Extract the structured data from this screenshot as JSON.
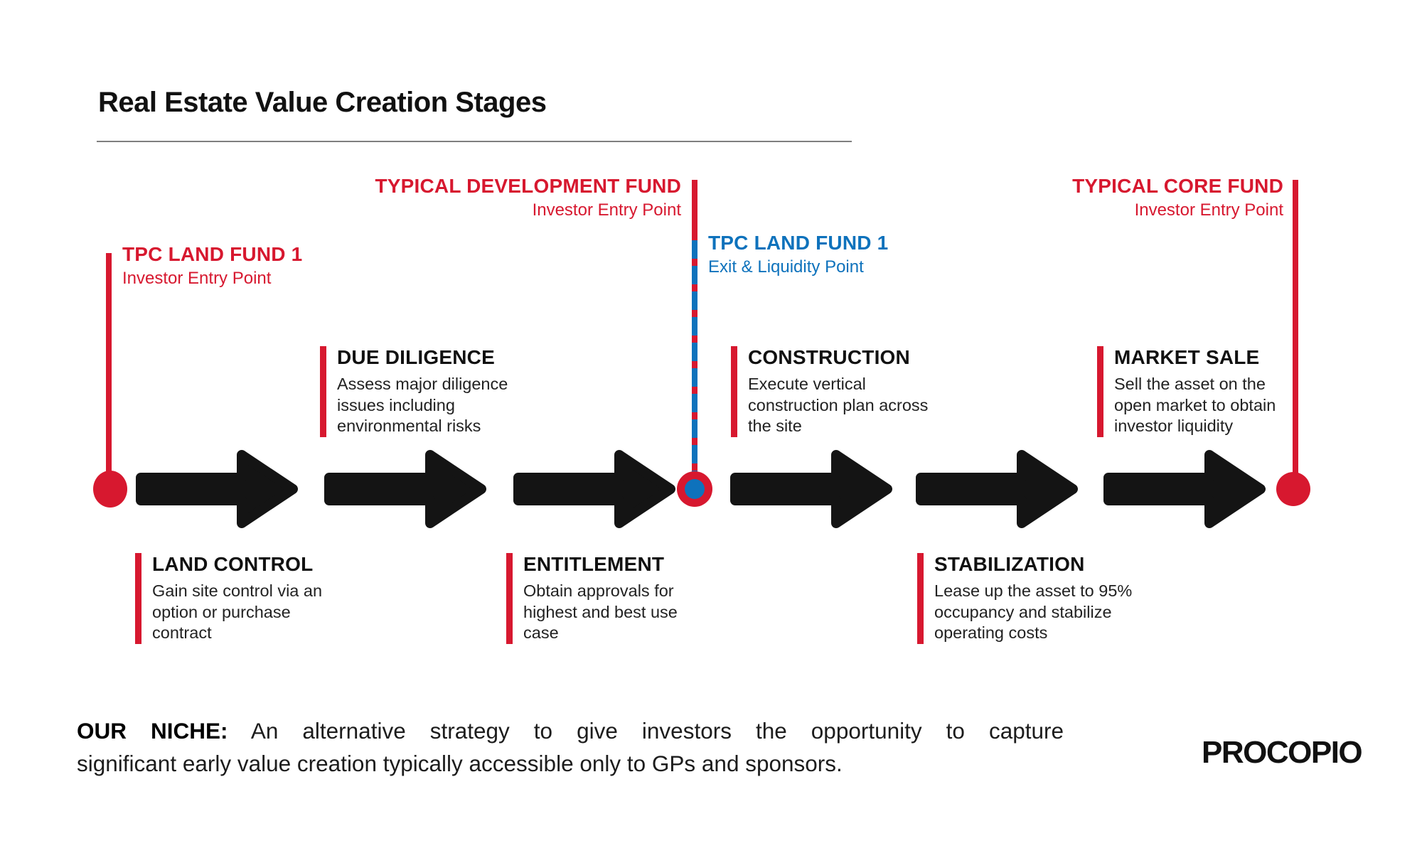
{
  "header": {
    "title": "Real Estate Value Creation Stages"
  },
  "colors": {
    "accent_red": "#d7182f",
    "accent_blue": "#0e72bc",
    "ink_black": "#111111",
    "rule_gray": "#7f7f7f"
  },
  "annotations": {
    "land_fund_entry": {
      "title": "TPC LAND FUND 1",
      "subtitle": "Investor Entry Point"
    },
    "development_fund_entry": {
      "title": "TYPICAL DEVELOPMENT FUND",
      "subtitle": "Investor Entry Point"
    },
    "land_fund_exit": {
      "title": "TPC LAND FUND 1",
      "subtitle": "Exit & Liquidity Point"
    },
    "core_fund_entry": {
      "title": "TYPICAL CORE FUND",
      "subtitle": "Investor Entry Point"
    }
  },
  "stages": [
    {
      "name": "LAND CONTROL",
      "description": "Gain site control via an option or purchase contract",
      "position": "below"
    },
    {
      "name": "DUE DILIGENCE",
      "description": "Assess major diligence issues including environmental risks",
      "position": "above"
    },
    {
      "name": "ENTITLEMENT",
      "description": "Obtain approvals for highest and best use case",
      "position": "below"
    },
    {
      "name": "CONSTRUCTION",
      "description": "Execute vertical construction plan across the site",
      "position": "above"
    },
    {
      "name": "STABILIZATION",
      "description": "Lease up the asset to 95% occupancy and stabilize operating costs",
      "position": "below"
    },
    {
      "name": "MARKET SALE",
      "description": "Sell the asset on the open market to obtain investor liquidity",
      "position": "above"
    }
  ],
  "footer": {
    "niche_label": "OUR NICHE:",
    "niche_line1": "An alternative strategy to give investors the opportunity to capture",
    "niche_line2": "significant early value creation typically accessible only to GPs and sponsors.",
    "logo": "PROCOPIO"
  }
}
